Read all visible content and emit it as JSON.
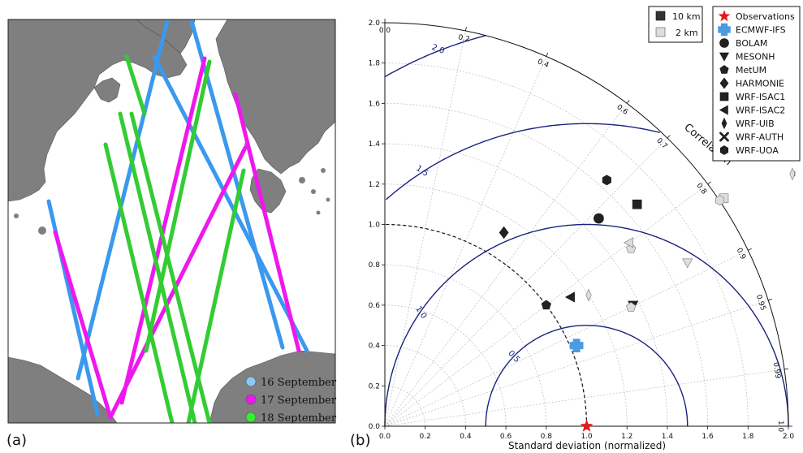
{
  "panel_labels": [
    "(a)",
    "(b)"
  ],
  "map": {
    "legend": [
      {
        "label": "16 September",
        "color": "#3a99ee"
      },
      {
        "label": "17 September",
        "color": "#ee18ee"
      },
      {
        "label": "18 September",
        "color": "#33cc33"
      }
    ]
  },
  "chart_data": {
    "type": "scatter",
    "subtype": "taylor-diagram",
    "xlabel": "Standard deviation (normalized)",
    "angular_label": "Correlation",
    "std_range": [
      0,
      2.0
    ],
    "std_ticks": [
      "0.0",
      "0.2",
      "0.4",
      "0.6",
      "0.8",
      "1.0",
      "1.2",
      "1.4",
      "1.6",
      "1.8",
      "2.0"
    ],
    "correlation_ticks": [
      {
        "label": "0.0",
        "value": 0.0
      },
      {
        "label": "0.2",
        "value": 0.2
      },
      {
        "label": "0.4",
        "value": 0.4
      },
      {
        "label": "0.6",
        "value": 0.6
      },
      {
        "label": "0.7",
        "value": 0.7
      },
      {
        "label": "0.8",
        "value": 0.8
      },
      {
        "label": "0.9",
        "value": 0.9
      },
      {
        "label": "0.95",
        "value": 0.95
      },
      {
        "label": "0.99",
        "value": 0.99
      },
      {
        "label": "1.0",
        "value": 1.0
      }
    ],
    "rmsd_contours": [
      {
        "label": "0.5",
        "value": 0.5
      },
      {
        "label": "1.0",
        "value": 1.0
      },
      {
        "label": "1.5",
        "value": 1.5
      },
      {
        "label": "2.0",
        "value": 2.0
      }
    ],
    "reference_std": 1.0,
    "resolution_legend": [
      {
        "label": "10 km",
        "color": "#333333"
      },
      {
        "label": "2 km",
        "color": "#dddddd"
      }
    ],
    "models": [
      {
        "name": "Observations",
        "marker": "star",
        "color": "#e31a1c"
      },
      {
        "name": "ECMWF-IFS",
        "marker": "plus",
        "color": "#4a9be0"
      },
      {
        "name": "BOLAM",
        "marker": "circle",
        "color": "#222222"
      },
      {
        "name": "MESONH",
        "marker": "triangle-down",
        "color": "#222222"
      },
      {
        "name": "MetUM",
        "marker": "pentagon",
        "color": "#222222"
      },
      {
        "name": "HARMONIE",
        "marker": "diamond",
        "color": "#222222"
      },
      {
        "name": "WRF-ISAC1",
        "marker": "square",
        "color": "#222222"
      },
      {
        "name": "WRF-ISAC2",
        "marker": "triangle-left",
        "color": "#222222"
      },
      {
        "name": "WRF-UIB",
        "marker": "thin-diamond",
        "color": "#222222"
      },
      {
        "name": "WRF-AUTH",
        "marker": "x",
        "color": "#222222"
      },
      {
        "name": "WRF-UOA",
        "marker": "hexagon",
        "color": "#222222"
      }
    ],
    "points": [
      {
        "model": "Observations",
        "resolution": "",
        "x": 1.0,
        "y": 0.0
      },
      {
        "model": "ECMWF-IFS",
        "resolution": "",
        "x": 0.95,
        "y": 0.4
      },
      {
        "model": "BOLAM",
        "resolution": "10 km",
        "x": 1.06,
        "y": 1.03
      },
      {
        "model": "MESONH",
        "resolution": "10 km",
        "x": 1.23,
        "y": 0.6
      },
      {
        "model": "MetUM",
        "resolution": "10 km",
        "x": 0.8,
        "y": 0.6
      },
      {
        "model": "HARMONIE",
        "resolution": "10 km",
        "x": 0.59,
        "y": 0.96
      },
      {
        "model": "WRF-ISAC1",
        "resolution": "10 km",
        "x": 1.25,
        "y": 1.1
      },
      {
        "model": "WRF-ISAC2",
        "resolution": "10 km",
        "x": 0.92,
        "y": 0.64
      },
      {
        "model": "WRF-UOA",
        "resolution": "10 km",
        "x": 1.1,
        "y": 1.22
      },
      {
        "model": "MESONH",
        "resolution": "2 km",
        "x": 1.5,
        "y": 0.81
      },
      {
        "model": "MetUM",
        "resolution": "2 km",
        "x": 1.22,
        "y": 0.88
      },
      {
        "model": "MetUM",
        "resolution": "2 km",
        "x": 1.22,
        "y": 0.59
      },
      {
        "model": "WRF-ISAC1",
        "resolution": "2 km",
        "x": 1.68,
        "y": 1.13
      },
      {
        "model": "WRF-ISAC2",
        "resolution": "2 km",
        "x": 1.21,
        "y": 0.91
      },
      {
        "model": "WRF-UIB",
        "resolution": "2 km",
        "x": 1.01,
        "y": 0.65
      },
      {
        "model": "WRF-UOA",
        "resolution": "2 km",
        "x": 1.66,
        "y": 1.12
      },
      {
        "model": "WRF-UIB",
        "resolution": "2 km",
        "x": 2.02,
        "y": 1.25
      }
    ]
  }
}
